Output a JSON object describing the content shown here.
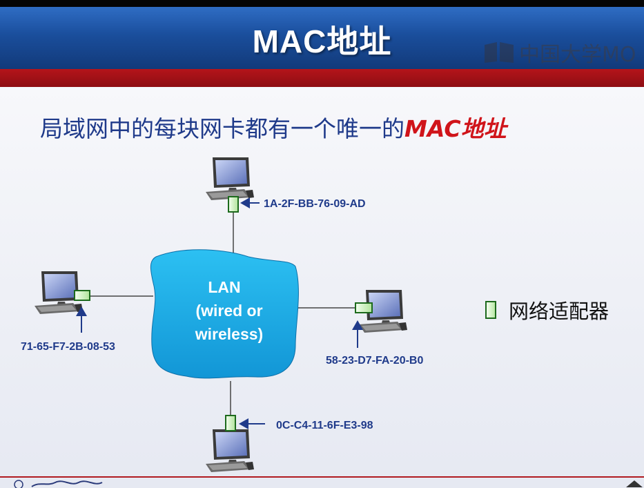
{
  "header": {
    "title": "MAC地址",
    "watermark": "中国大学MO"
  },
  "subtitle": {
    "text": "局域网中的每块网卡都有一个唯一的",
    "emphasis": "MAC地址"
  },
  "lan": {
    "line1": "LAN",
    "line2": "(wired or",
    "line3": "wireless)"
  },
  "hosts": {
    "top_mac": "1A-2F-BB-76-09-AD",
    "left_mac": "71-65-F7-2B-08-53",
    "right_mac": "58-23-D7-FA-20-B0",
    "bottom_mac": "0C-C4-11-6F-E3-98"
  },
  "legend": {
    "label": "网络适配器"
  },
  "colors": {
    "header_blue": "#1a4e9c",
    "red_band": "#a01218",
    "text_blue": "#1f3a8a",
    "mac_red": "#d0141a",
    "lan_cyan": "#1eaee8",
    "adapter_green": "#1c6a1c"
  }
}
